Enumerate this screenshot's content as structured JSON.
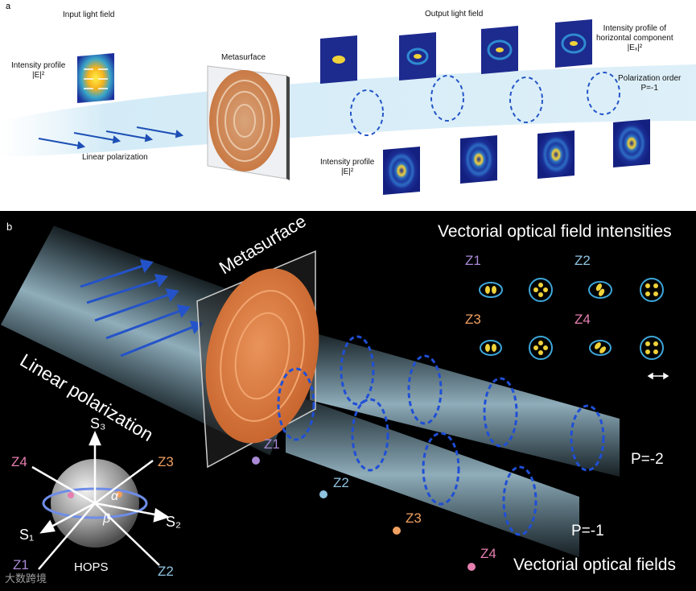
{
  "panel_a": {
    "letter": "a",
    "input_title": "Input light field",
    "intensity_label_line1": "Intensity profile",
    "intensity_label_line2": "|E|²",
    "linear_polarization": "Linear polarization",
    "metasurface": "Metasurface",
    "output_title": "Output light field",
    "horizontal_label_line1": "Intensity profile of",
    "horizontal_label_line2": "horizontal component",
    "horizontal_label_line3": "|Eₓ|²",
    "polarization_order_line1": "Polarization order",
    "polarization_order_line2": "P=-1",
    "output_intensity_line1": "Intensity profile",
    "output_intensity_line2": "|E|²"
  },
  "panel_b": {
    "letter": "b",
    "metasurface": "Metasurface",
    "linear_polarization": "Linear polarization",
    "intensities_title": "Vectorial optical field intensities",
    "fields_title": "Vectorial optical fields",
    "order_upper": "P=-2",
    "order_lower": "P=-1",
    "sphere": {
      "name": "HOPS",
      "s1": "S₁",
      "s2": "S₂",
      "s3": "S₃",
      "alpha": "α",
      "beta": "β"
    },
    "z_labels": [
      "Z1",
      "Z2",
      "Z3",
      "Z4"
    ],
    "z_colors": [
      "#a98ad6",
      "#8fc3e0",
      "#f0a060",
      "#e67fb0"
    ]
  },
  "watermark": "大数跨境"
}
